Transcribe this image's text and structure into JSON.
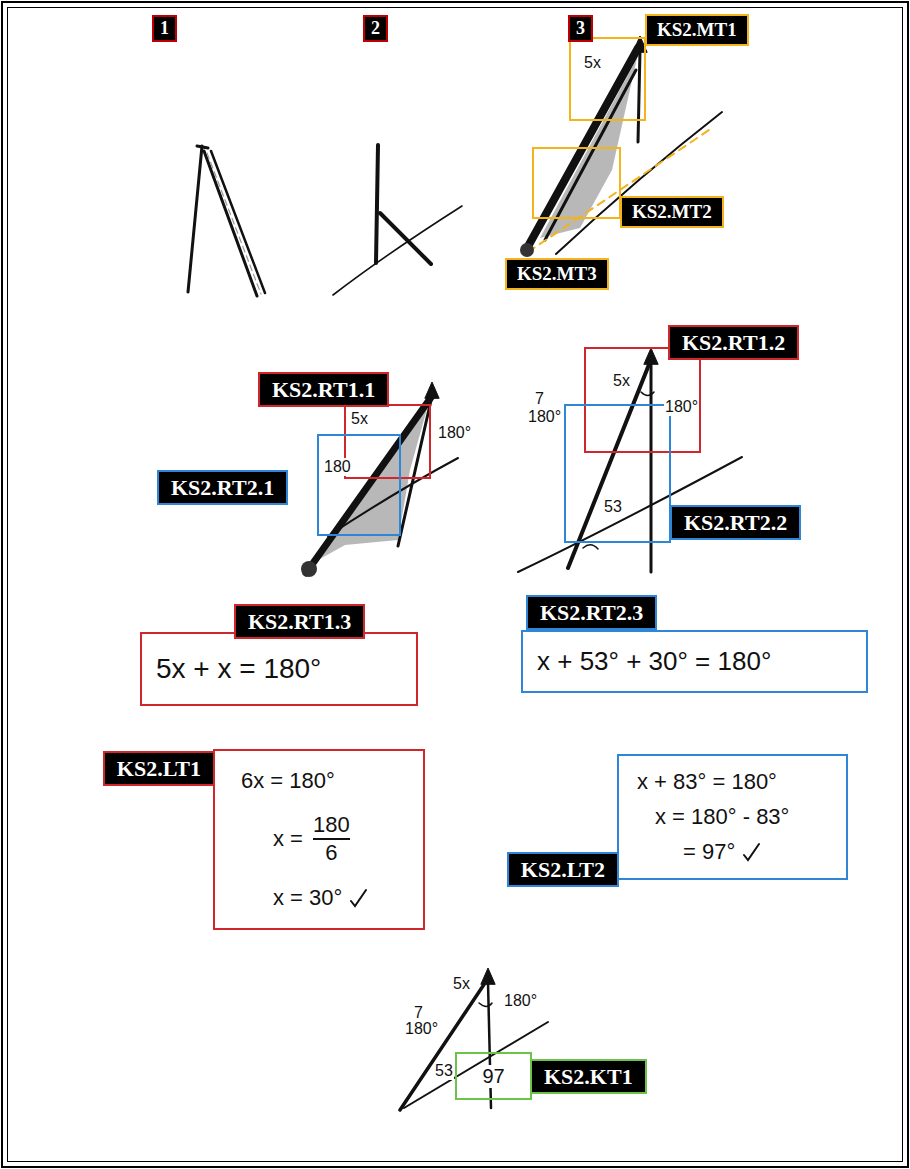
{
  "diagram": {
    "nodes": [
      {
        "text": [
          "1"
        ]
      },
      {
        "text": [
          "2"
        ]
      },
      {
        "text": [
          "3"
        ]
      },
      {
        "text": [
          "KS2.MT1"
        ]
      },
      {
        "text": [
          "KS2.MT2"
        ]
      },
      {
        "text": [
          "KS2.MT3"
        ]
      },
      {
        "text": [
          "KS2.RT1.1"
        ]
      },
      {
        "text": [
          "KS2.RT2.1"
        ]
      },
      {
        "text": [
          "KS2.RT1.2"
        ]
      },
      {
        "text": [
          "KS2.RT2.2"
        ]
      },
      {
        "text": [
          "KS2.RT1.3",
          "5x + x = 180°"
        ]
      },
      {
        "text": [
          "KS2.RT2.3",
          "x + 53° + 30° = 180°"
        ]
      },
      {
        "text": [
          "KS2.LT1",
          "6x = 180°",
          "x =",
          "180",
          "6",
          "x = 30°"
        ]
      },
      {
        "text": [
          "KS2.LT2",
          "x + 83° = 180°",
          "x = 180° - 83°",
          "= 97°"
        ]
      },
      {
        "text": [
          "KS2.KT1",
          "97"
        ]
      }
    ],
    "labels": [
      "5x",
      "5x",
      "180°",
      "180",
      "5x",
      "180°",
      "7",
      "180°",
      "53",
      "5x",
      "180°",
      "7",
      "180°",
      "53"
    ]
  }
}
